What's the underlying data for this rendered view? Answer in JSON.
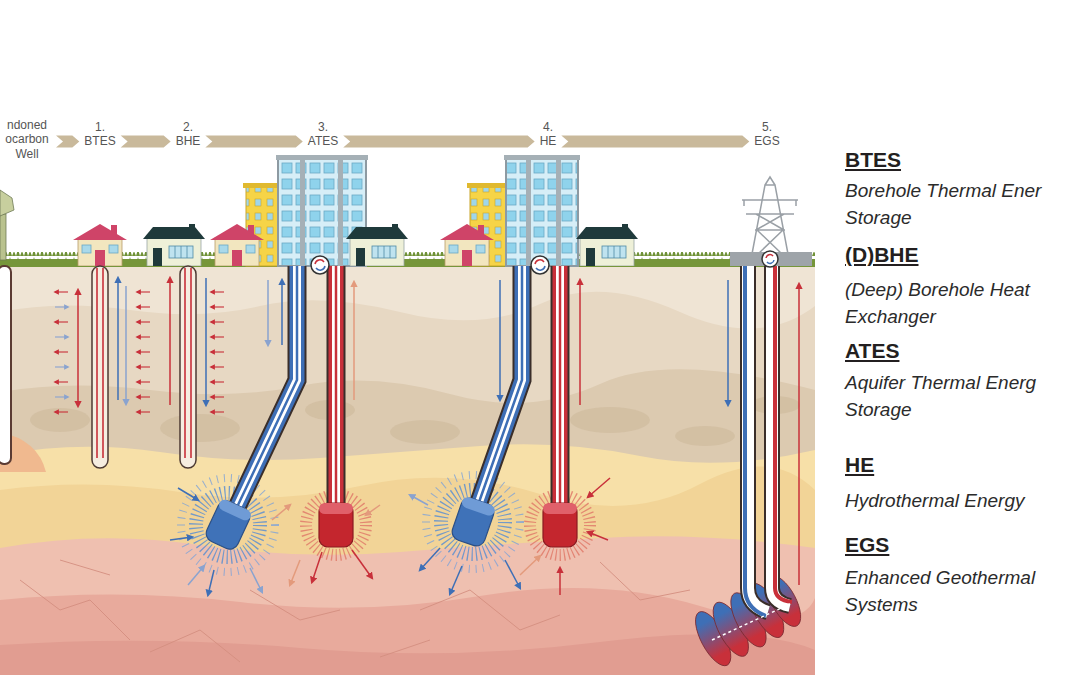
{
  "diagram": {
    "nodes": [
      {
        "text": [
          "ndoned ocarbon Well"
        ]
      },
      {
        "text": [
          "1.",
          "BTES"
        ]
      },
      {
        "text": [
          "2.",
          "BHE"
        ]
      },
      {
        "text": [
          "3.",
          "ATES"
        ]
      },
      {
        "text": [
          "4.",
          "HE"
        ]
      },
      {
        "text": [
          "5.",
          "EGS"
        ]
      }
    ],
    "edges": [
      {
        "from": 0,
        "to": 1,
        "arrow": "to"
      },
      {
        "from": 1,
        "to": 2,
        "arrow": "to"
      },
      {
        "from": 2,
        "to": 3,
        "arrow": "to"
      },
      {
        "from": 3,
        "to": 4,
        "arrow": "to"
      },
      {
        "from": 4,
        "to": 5,
        "arrow": "to"
      }
    ],
    "labels": [
      "BTES",
      "Borehole Thermal Ener Storage",
      "(D)BHE",
      "(Deep) Borehole Heat Exchanger",
      "ATES",
      "Aquifer Thermal Energ Storage",
      "HE",
      "Hydrothermal Energy",
      "EGS",
      "Enhanced Geothermal Systems"
    ]
  }
}
